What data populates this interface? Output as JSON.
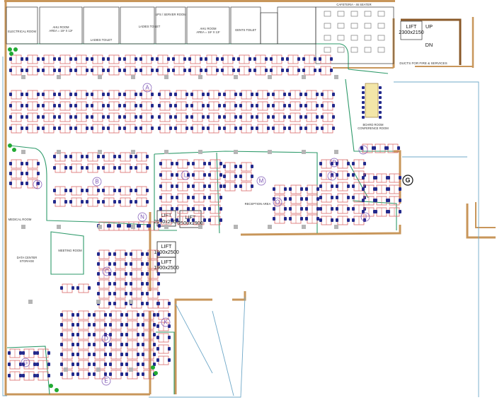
{
  "rooms": [
    {
      "key": "electrical",
      "label": "ELECTRICAL ROOM"
    },
    {
      "key": "ahu1",
      "label": "AHU ROOM"
    },
    {
      "key": "ahu1_area",
      "label": "AREA = 16² X 13²"
    },
    {
      "key": "ladies",
      "label": "LADIES TOILET"
    },
    {
      "key": "ladies2",
      "label": "LADIES TOILET"
    },
    {
      "key": "ups",
      "label": "UPS / SERVER ROOM"
    },
    {
      "key": "ahu2",
      "label": "AHU ROOM"
    },
    {
      "key": "ahu2_area",
      "label": "AREA = 16² X 13²"
    },
    {
      "key": "gents",
      "label": "GENTS TOILET"
    },
    {
      "key": "cafeteria",
      "label": "CAFETERIA - 46 SEATER"
    },
    {
      "key": "ducts",
      "label": "DUCTS FOR FIRE & SERVICES"
    },
    {
      "key": "board",
      "label": "BOARD ROOM"
    },
    {
      "key": "conference",
      "label": "CONFERENCE ROOM"
    },
    {
      "key": "medical",
      "label": "MEDICAL ROOM"
    },
    {
      "key": "datacenter",
      "label": "DATA CENTER"
    },
    {
      "key": "storage",
      "label": "STORAGE"
    },
    {
      "key": "reception",
      "label": "RECEPTION AREA"
    },
    {
      "key": "meeting",
      "label": "MEETING ROOM"
    }
  ],
  "lifts": [
    {
      "key": "lift_top",
      "name": "LIFT",
      "size": "2300x2150"
    },
    {
      "key": "lift_a",
      "name": "LIFT",
      "size": "2150x2300"
    },
    {
      "key": "lift_b",
      "name": "LIFT",
      "size": "2500x1900"
    },
    {
      "key": "lift_c",
      "name": "LIFT",
      "size": "1900x2500"
    },
    {
      "key": "lift_d",
      "name": "LIFT",
      "size": "1900x2500"
    }
  ],
  "right_wing_labels": {
    "up": "UP",
    "dn": "DN"
  },
  "zones": [
    "A",
    "B",
    "C",
    "D",
    "E",
    "F",
    "G",
    "H",
    "I",
    "J",
    "K",
    "L",
    "M",
    "N",
    "O",
    "P"
  ],
  "marker": "G",
  "colors": {
    "wall": "#c8965a",
    "wall_dark": "#8a5a2a",
    "partition": "#2e9a6a",
    "outline": "#6fa8c8",
    "desk": "#d96a6a",
    "chair": "#232a8c",
    "zone": "#7a52b3",
    "plant": "#22aa33"
  }
}
